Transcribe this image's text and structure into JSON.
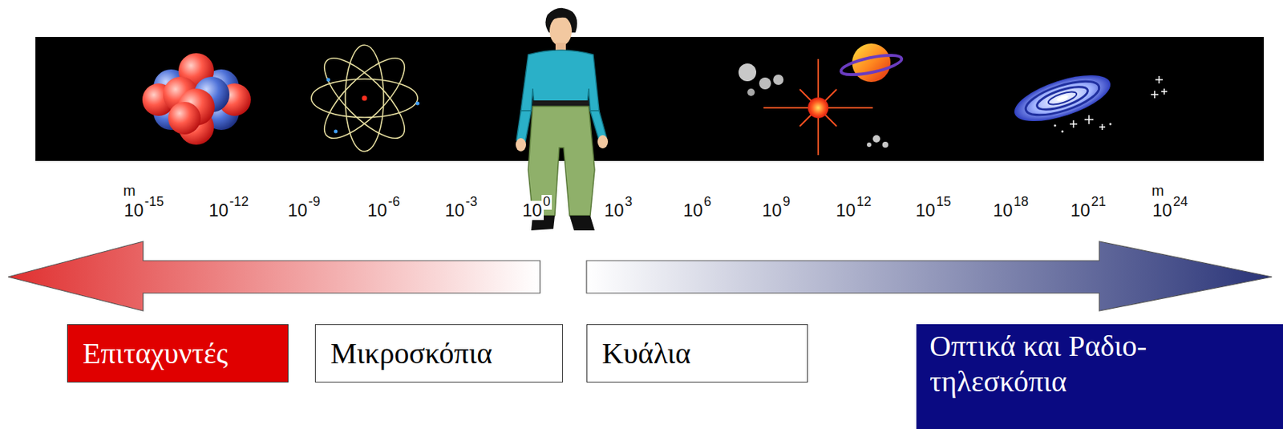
{
  "diagram": {
    "nodes": [
      {
        "text": [
          "Επιταχυντές"
        ]
      },
      {
        "text": [
          "Μικροσκόπια"
        ]
      },
      {
        "text": [
          "Κυάλια"
        ]
      },
      {
        "text": [
          "Οπτικά και Ραδιο- τηλεσκόπια"
        ]
      }
    ],
    "labels": [
      "m",
      "10",
      "-15",
      "10",
      "-12",
      "10",
      "-9",
      "10",
      "-6",
      "10",
      "-3",
      "10",
      "0",
      "10",
      "3",
      "10",
      "6",
      "10",
      "9",
      "10",
      "12",
      "10",
      "15",
      "10",
      "18",
      "10",
      "21",
      "m",
      "10",
      "24"
    ]
  }
}
